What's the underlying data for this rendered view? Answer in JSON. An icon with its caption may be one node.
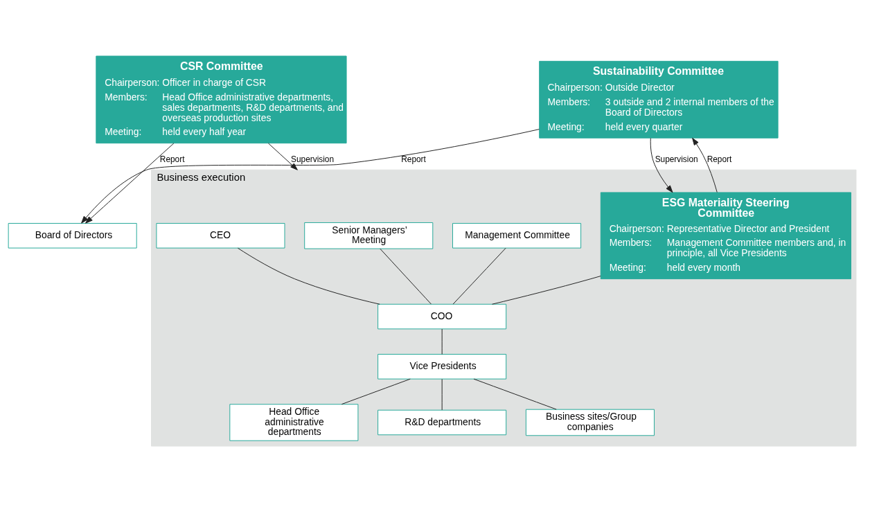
{
  "diagram": {
    "nodes": [
      {
        "text": [
          "Sustainability Committee",
          "Chairperson:",
          "Outside Director",
          "Members:",
          "3 outside and 2 internal members of the Board of Directors",
          "Meeting:",
          "held every quarter"
        ]
      },
      {
        "text": [
          "Board of Directors"
        ]
      },
      {
        "text": [
          "CSR Committee",
          "Chairperson:",
          "Officer in charge of CSR",
          "Members:",
          "Head Office administrative departments, sales departments, R&D departments, and overseas production sites",
          "Meeting:",
          "held every half year"
        ]
      },
      {
        "text": [
          "Business execution"
        ]
      },
      {
        "text": [
          "Senior Managers’ Meeting"
        ],
        "in": 3
      },
      {
        "text": [
          "Management Committee"
        ],
        "in": 3
      },
      {
        "text": [
          "ESG Materiality Steering Committee",
          "Chairperson:",
          "Representative Director and President",
          "Members:",
          "Management Committee members and, in principle, all Vice Presidents",
          "Meeting:",
          "held every month"
        ],
        "in": 3
      },
      {
        "text": [
          "CEO"
        ],
        "in": 3
      },
      {
        "text": [
          "COO"
        ],
        "in": 3
      },
      {
        "text": [
          "Vice Presidents"
        ],
        "in": 3
      },
      {
        "text": [
          "Head Office administrative departments"
        ],
        "in": 3
      },
      {
        "text": [
          "R&D departments"
        ],
        "in": 3
      },
      {
        "text": [
          "Business sites/Group companies"
        ],
        "in": 3
      }
    ],
    "edges": [
      {
        "from": 0,
        "to": 1,
        "arrow": "to",
        "label": "Report"
      },
      {
        "from": 2,
        "to": 1,
        "arrow": "to",
        "label": "Report"
      },
      {
        "from": 2,
        "to": 3,
        "arrow": "to",
        "label": "Supervision"
      },
      {
        "from": 6,
        "to": 0,
        "arrow": "to",
        "label": "Report"
      },
      {
        "from": 0,
        "to": 6,
        "arrow": "to",
        "label": "Supervision"
      },
      {
        "from": 4,
        "to": 8,
        "arrow": "none"
      },
      {
        "from": 5,
        "to": 8,
        "arrow": "none"
      },
      {
        "from": 6,
        "to": 8,
        "arrow": "none"
      },
      {
        "from": 7,
        "to": 8,
        "arrow": "none"
      },
      {
        "from": 8,
        "to": 9,
        "arrow": "none"
      },
      {
        "from": 9,
        "to": 10,
        "arrow": "none"
      },
      {
        "from": 9,
        "to": 11,
        "arrow": "none"
      },
      {
        "from": 9,
        "to": 12,
        "arrow": "none"
      }
    ]
  }
}
